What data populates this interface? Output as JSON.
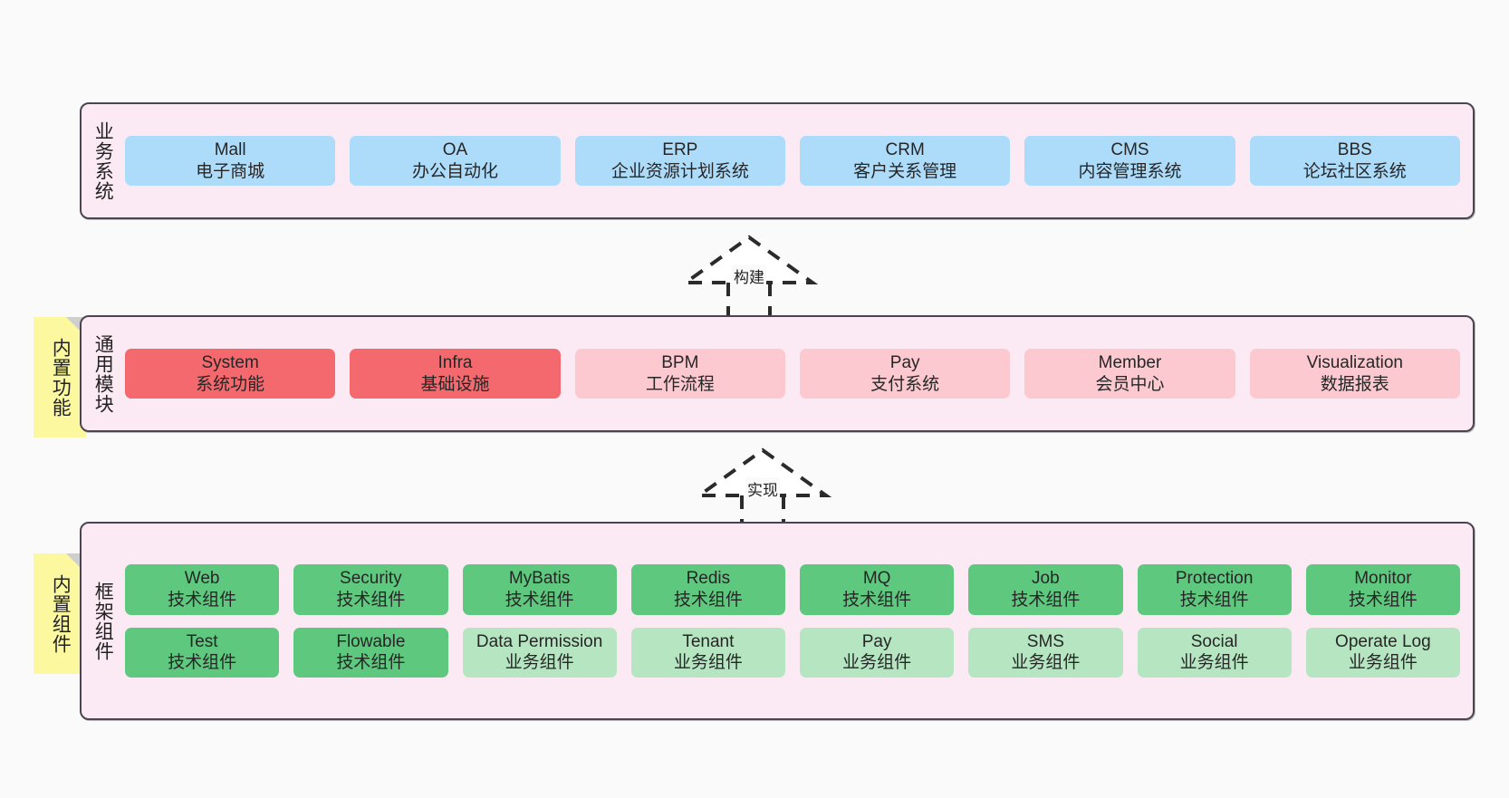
{
  "colors": {
    "background": "#fafafa",
    "band_fill": "#fbeaf3",
    "band_border": "#4a4550",
    "business_box": "#addcfb",
    "module_primary_box": "#f4696e",
    "module_secondary_box": "#fcc9d0",
    "framework_tech_box": "#5ec97e",
    "framework_biz_box": "#b6e6c1",
    "note_fill": "#fbf8a0",
    "note_fold": "#cfcfcf"
  },
  "layers": {
    "business": {
      "title": "业务系统",
      "rows": [
        [
          {
            "name": "Mall",
            "desc": "电子商城"
          },
          {
            "name": "OA",
            "desc": "办公自动化"
          },
          {
            "name": "ERP",
            "desc": "企业资源计划系统"
          },
          {
            "name": "CRM",
            "desc": "客户关系管理"
          },
          {
            "name": "CMS",
            "desc": "内容管理系统"
          },
          {
            "name": "BBS",
            "desc": "论坛社区系统"
          }
        ]
      ]
    },
    "modules": {
      "title": "通用模块",
      "note": "内置功能",
      "rows": [
        [
          {
            "name": "System",
            "desc": "系统功能"
          },
          {
            "name": "Infra",
            "desc": "基础设施"
          },
          {
            "name": "BPM",
            "desc": "工作流程"
          },
          {
            "name": "Pay",
            "desc": "支付系统"
          },
          {
            "name": "Member",
            "desc": "会员中心"
          },
          {
            "name": "Visualization",
            "desc": "数据报表"
          }
        ]
      ]
    },
    "framework": {
      "title": "框架组件",
      "note": "内置组件",
      "rows": [
        [
          {
            "name": "Web",
            "desc": "技术组件"
          },
          {
            "name": "Security",
            "desc": "技术组件"
          },
          {
            "name": "MyBatis",
            "desc": "技术组件"
          },
          {
            "name": "Redis",
            "desc": "技术组件"
          },
          {
            "name": "MQ",
            "desc": "技术组件"
          },
          {
            "name": "Job",
            "desc": "技术组件"
          },
          {
            "name": "Protection",
            "desc": "技术组件"
          },
          {
            "name": "Monitor",
            "desc": "技术组件"
          }
        ],
        [
          {
            "name": "Test",
            "desc": "技术组件"
          },
          {
            "name": "Flowable",
            "desc": "技术组件"
          },
          {
            "name": "Data Permission",
            "desc": "业务组件"
          },
          {
            "name": "Tenant",
            "desc": "业务组件"
          },
          {
            "name": "Pay",
            "desc": "业务组件"
          },
          {
            "name": "SMS",
            "desc": "业务组件"
          },
          {
            "name": "Social",
            "desc": "业务组件"
          },
          {
            "name": "Operate Log",
            "desc": "业务组件"
          }
        ]
      ]
    }
  },
  "connectors": [
    {
      "label": "构建"
    },
    {
      "label": "实现"
    }
  ]
}
